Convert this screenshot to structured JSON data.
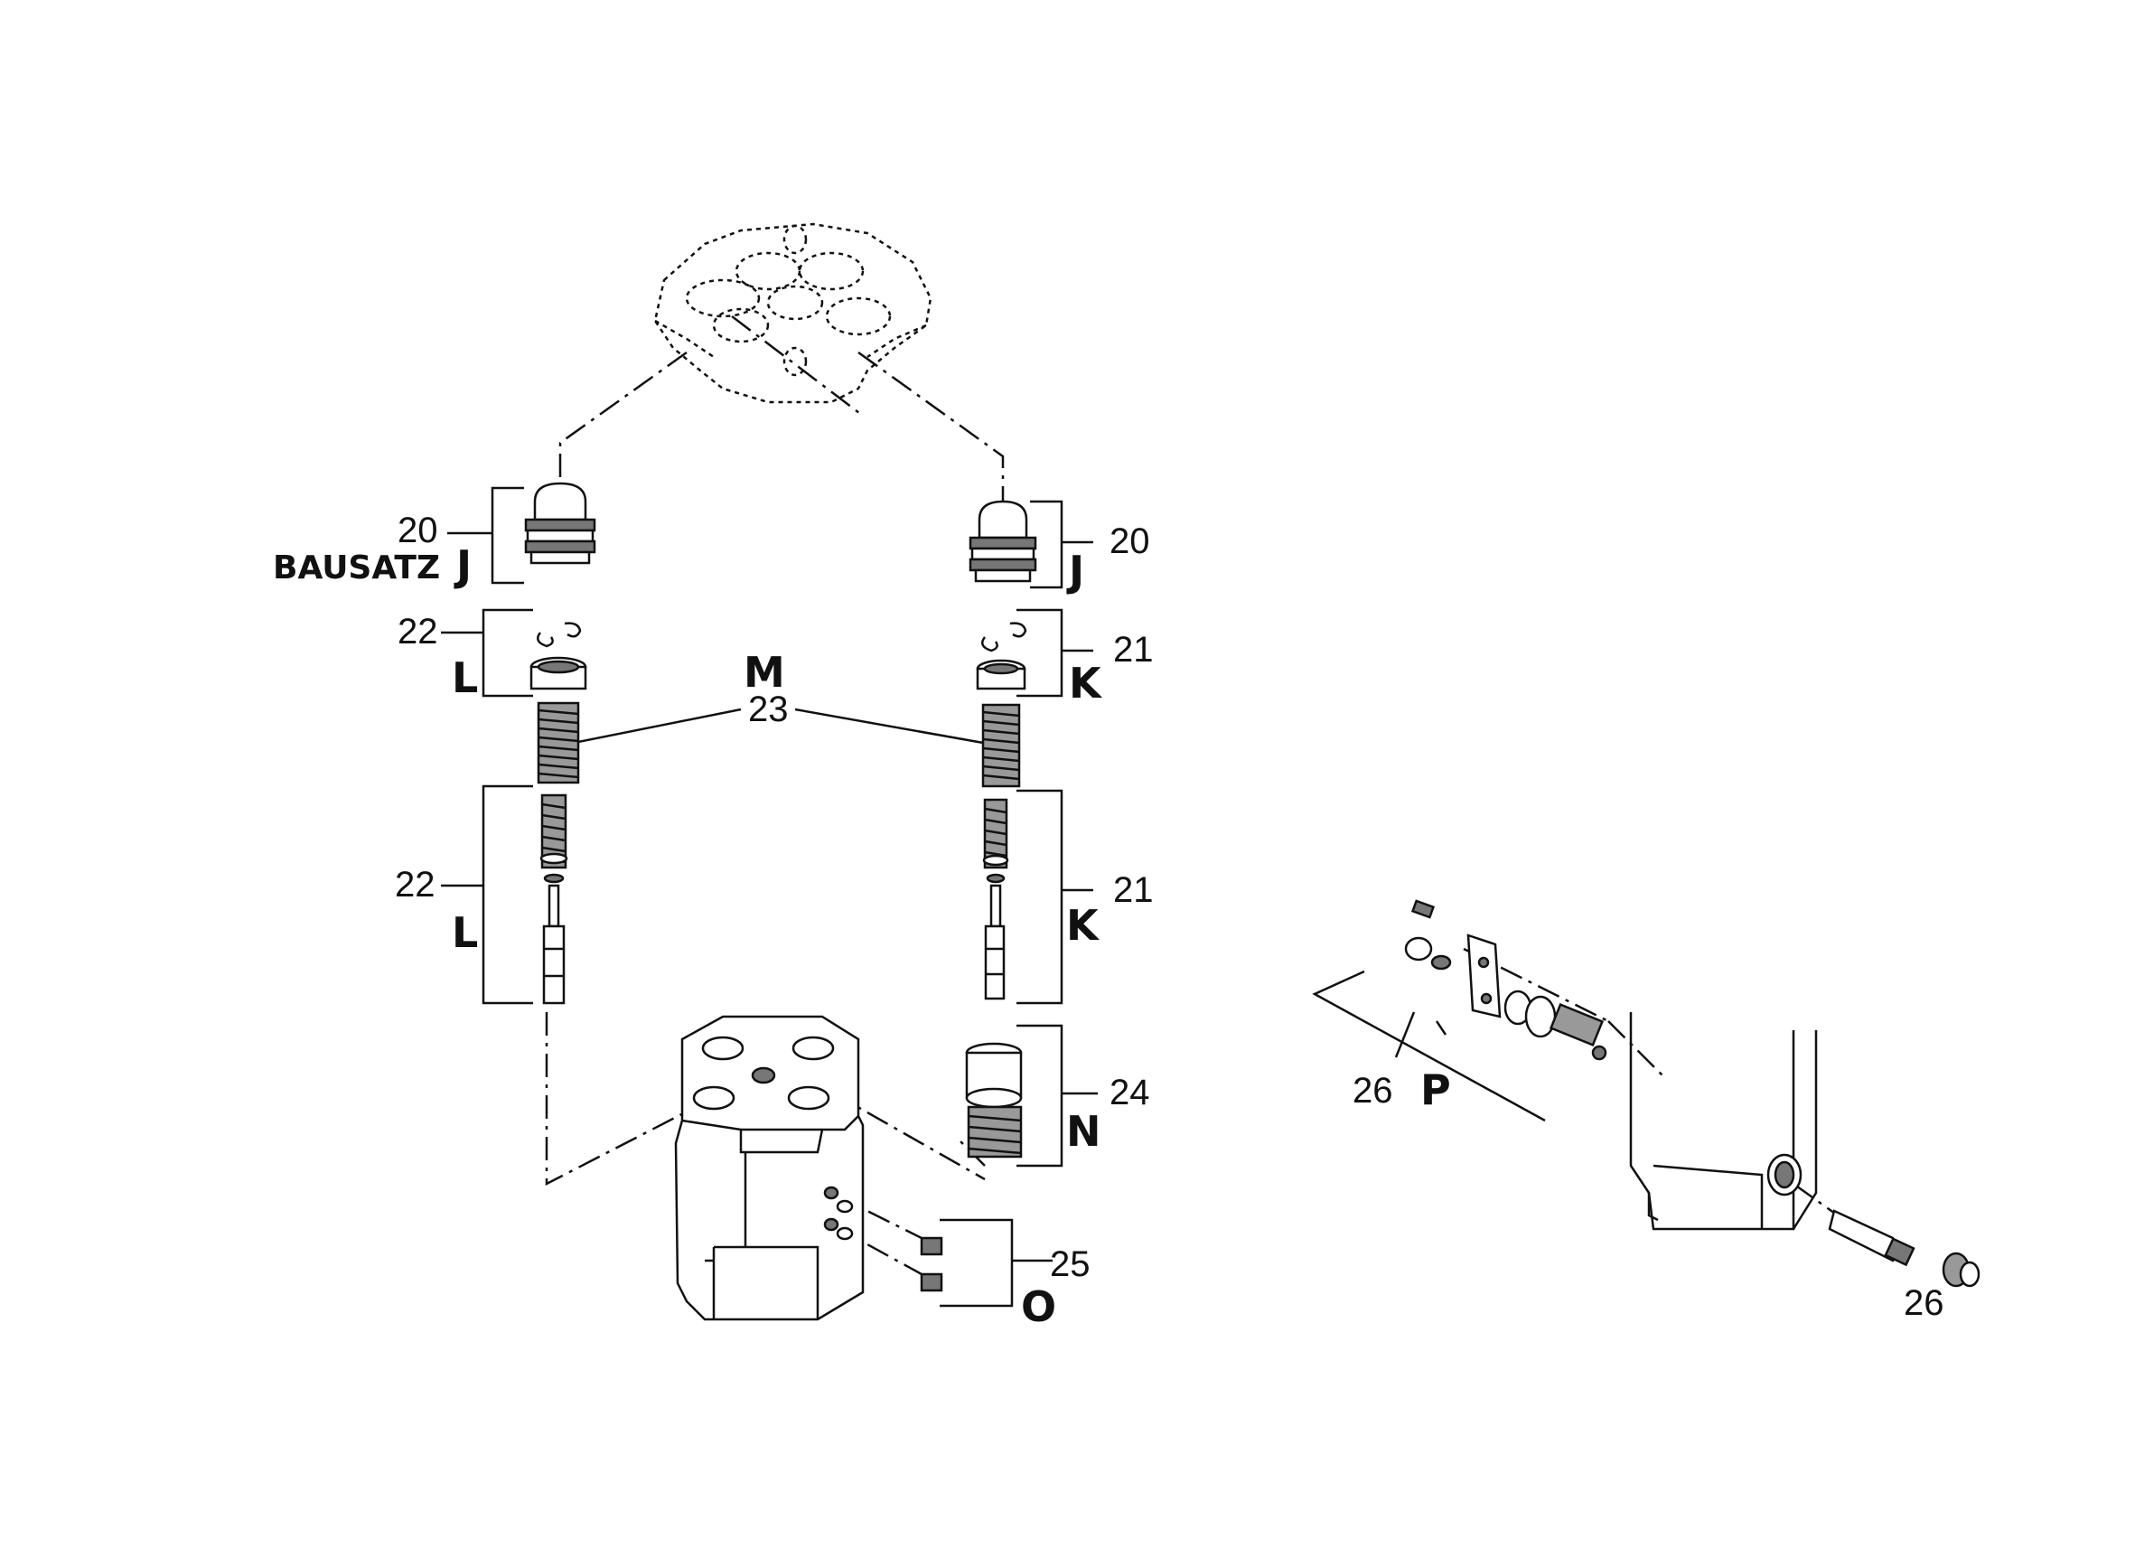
{
  "kit_label": "BAUSATZ",
  "callouts": {
    "left_20": "20",
    "left_J": "J",
    "right_20": "20",
    "right_J": "J",
    "left_22_top": "22",
    "left_L_top": "L",
    "right_21_top": "21",
    "right_K_top": "K",
    "M": "M",
    "num_23": "23",
    "left_22_bottom": "22",
    "left_L_bottom": "L",
    "right_21_bottom": "21",
    "right_K_bottom": "K",
    "num_24": "24",
    "N": "N",
    "num_25": "25",
    "O": "O",
    "num_26_left": "26",
    "P": "P",
    "num_26_bottom": "26"
  }
}
